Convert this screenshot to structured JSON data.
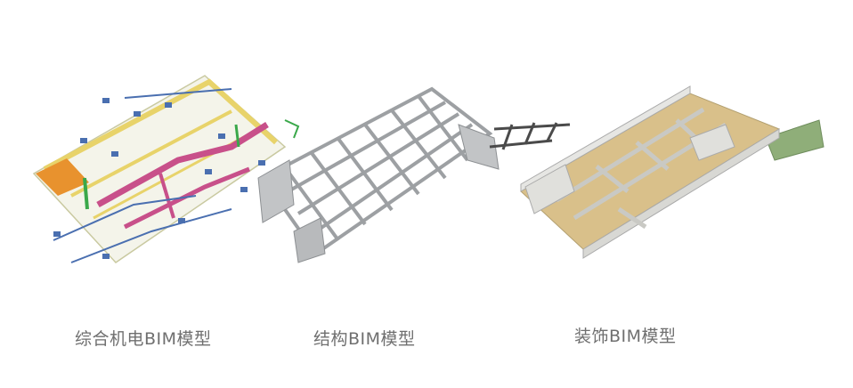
{
  "captions": {
    "mep": "综合机电BIM模型",
    "structure": "结构BIM模型",
    "decoration": "装饰BIM模型"
  },
  "colors": {
    "mep_magenta": "#c8508a",
    "mep_yellow": "#e8d36a",
    "mep_orange": "#e8922e",
    "mep_green": "#3aa84a",
    "mep_blue": "#4a6fb0",
    "structure_gray": "#a9acaf",
    "decor_floor": "#d9c08a",
    "decor_wall": "#e6e6e3"
  }
}
